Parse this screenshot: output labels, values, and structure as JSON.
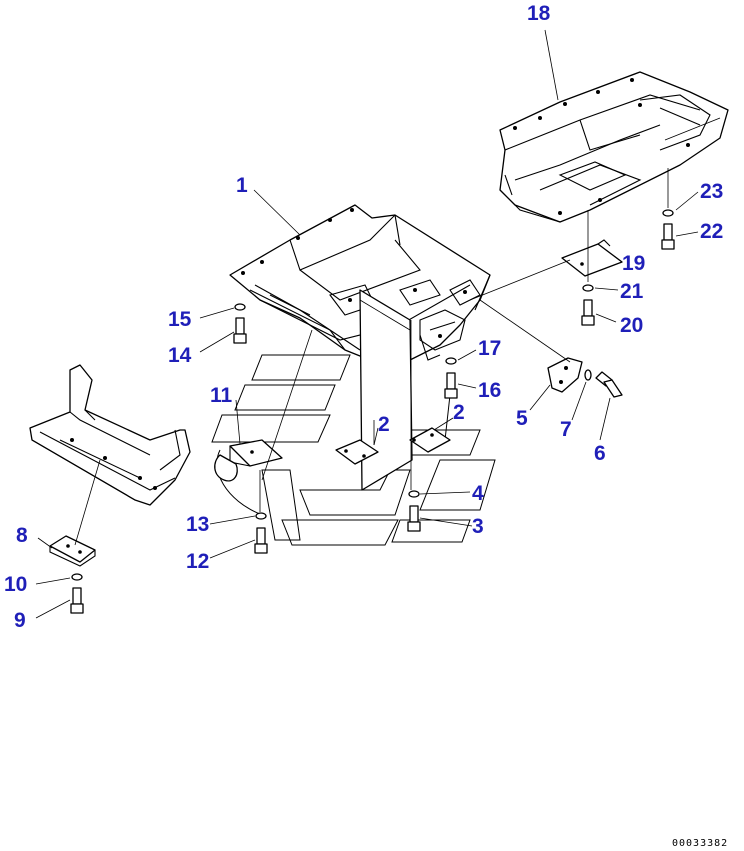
{
  "part_numbers": {
    "p1": "1",
    "p2a": "2",
    "p2b": "2",
    "p3": "3",
    "p4": "4",
    "p5": "5",
    "p6": "6",
    "p7": "7",
    "p8": "8",
    "p9": "9",
    "p10": "10",
    "p11": "11",
    "p12": "12",
    "p13": "13",
    "p14": "14",
    "p15": "15",
    "p16": "16",
    "p17": "17",
    "p18": "18",
    "p19": "19",
    "p20": "20",
    "p21": "21",
    "p22": "22",
    "p23": "23"
  },
  "drawing_number": "00033382",
  "colors": {
    "label": "#1f1fb8",
    "line": "#000000",
    "background": "#ffffff"
  }
}
